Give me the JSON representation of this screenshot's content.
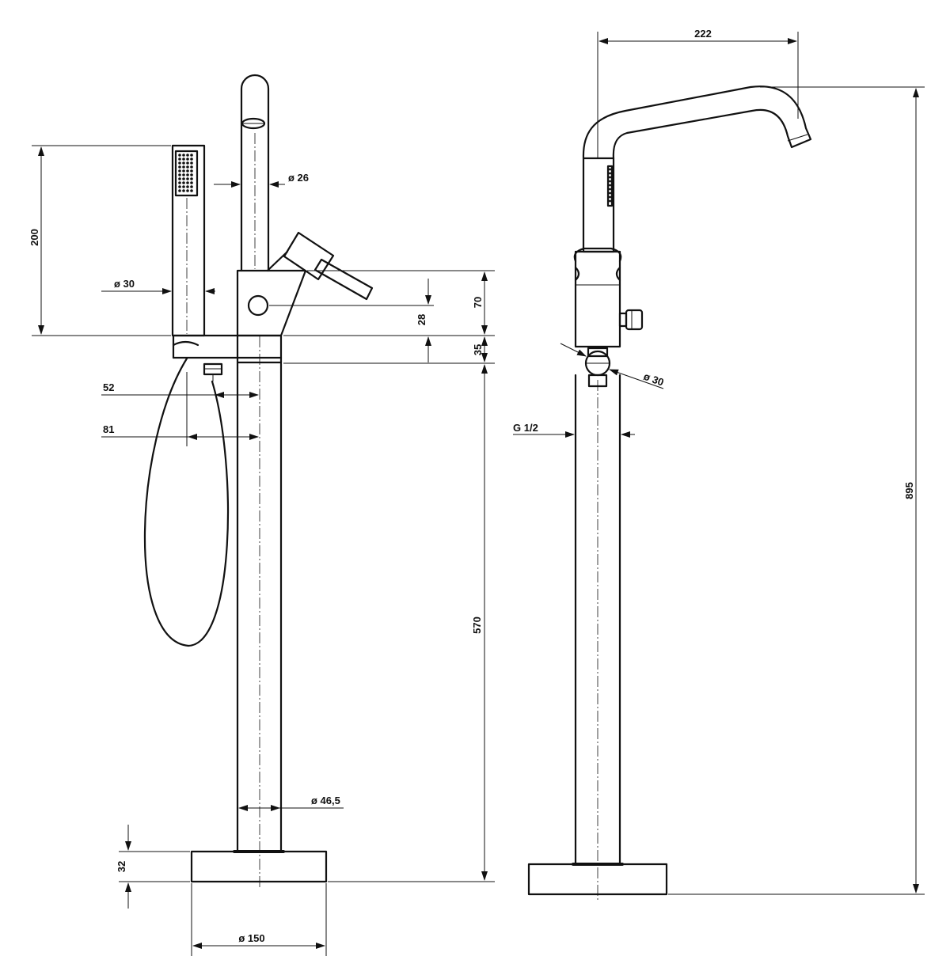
{
  "front_view": {
    "dimensions": {
      "handshower_height": "200",
      "spout_diameter": "ø 26",
      "handshower_diameter": "ø 30",
      "body_height": "70",
      "outlet_height": "28",
      "connector_height": "35",
      "offset_near": "52",
      "offset_far": "81",
      "column_height": "570",
      "column_diameter": "ø 46,5",
      "base_height": "32",
      "base_diameter": "ø 150"
    }
  },
  "side_view": {
    "dimensions": {
      "spout_reach": "222",
      "connection_diameter": "ø 30",
      "thread": "G 1/2",
      "total_height": "895"
    }
  }
}
